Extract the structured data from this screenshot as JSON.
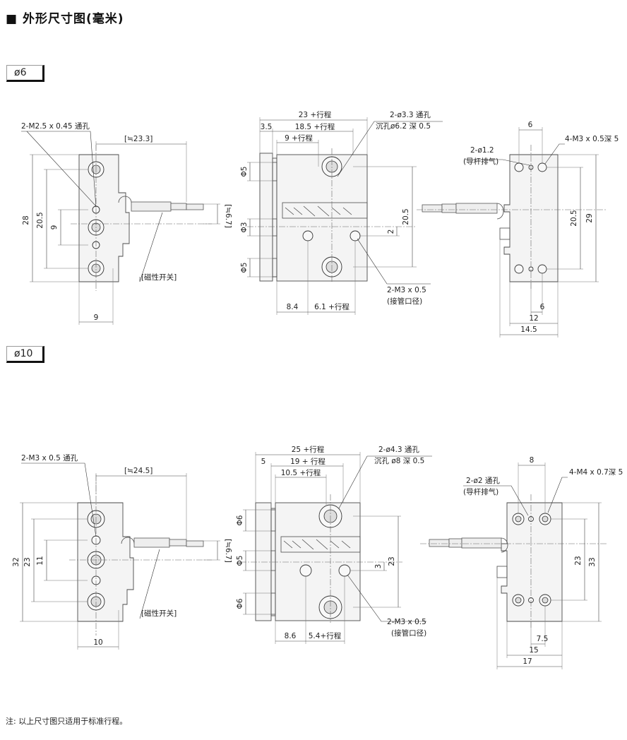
{
  "title": "■ 外形尺寸图(毫米)",
  "sizes": [
    {
      "tag": "ø6",
      "left": {
        "hole_note": "2-M2.5 x 0.45 通孔",
        "dim_rod": "[≒23.3]",
        "dim_rod_h": "[≒6.7]",
        "dim_height": "28",
        "dim_inner": "20.5",
        "dim_pitch": "9",
        "dim_width": "9",
        "switch_label": "[磁性开关]"
      },
      "middle": {
        "dim_total": "23 +行程",
        "dim_flange": "3.5",
        "dim_mid": "18.5 +行程",
        "dim_short": "9 +行程",
        "dim_a": "Φ5",
        "dim_b": "Φ3",
        "dim_c": "Φ5",
        "dim_gap": "2",
        "dim_height": "20.5",
        "dim_bot_a": "8.4",
        "dim_bot_b": "6.1 +行程",
        "hole_note": "2-ø3.3 通孔",
        "cbore_note": "沉孔ø6.2 深 0.5",
        "port_note": "2-M3 x 0.5",
        "port_note2": "(接管口径)"
      },
      "right": {
        "dim_top": "6",
        "pin_note": "2-ø1.2",
        "pin_note2": "(导杆排气)",
        "tap_note": "4-M3 x 0.5深 5",
        "dim_inner": "20.5",
        "dim_height": "29",
        "dim_b1": "6",
        "dim_b2": "12",
        "dim_b3": "14.5"
      }
    },
    {
      "tag": "ø10",
      "left": {
        "hole_note": "2-M3 x 0.5 通孔",
        "dim_rod": "[≒24.5]",
        "dim_rod_h": "[≒6.7]",
        "dim_height": "32",
        "dim_inner": "23",
        "dim_pitch": "11",
        "dim_width": "10",
        "switch_label": "[磁性开关]"
      },
      "middle": {
        "dim_total": "25 +行程",
        "dim_flange": "5",
        "dim_mid": "19 + 行程",
        "dim_short": "10.5 +行程",
        "dim_a": "Φ6",
        "dim_b": "Φ5",
        "dim_c": "Φ6",
        "dim_gap": "3",
        "dim_height": "23",
        "dim_bot_a": "8.6",
        "dim_bot_b": "5.4+行程",
        "hole_note": "2-ø4.3 通孔",
        "cbore_note": "沉孔 ø8 深 0.5",
        "port_note": "2-M3 x 0.5",
        "port_note2": "(接管口径)"
      },
      "right": {
        "dim_top": "8",
        "pin_note": "2-ø2 通孔",
        "pin_note2": "(导杆排气)",
        "tap_note": "4-M4 x 0.7深 5",
        "dim_inner": "23",
        "dim_height": "33",
        "dim_b1": "7.5",
        "dim_b2": "15",
        "dim_b3": "17"
      }
    }
  ],
  "note": "注: 以上尺寸图只适用于标准行程。"
}
